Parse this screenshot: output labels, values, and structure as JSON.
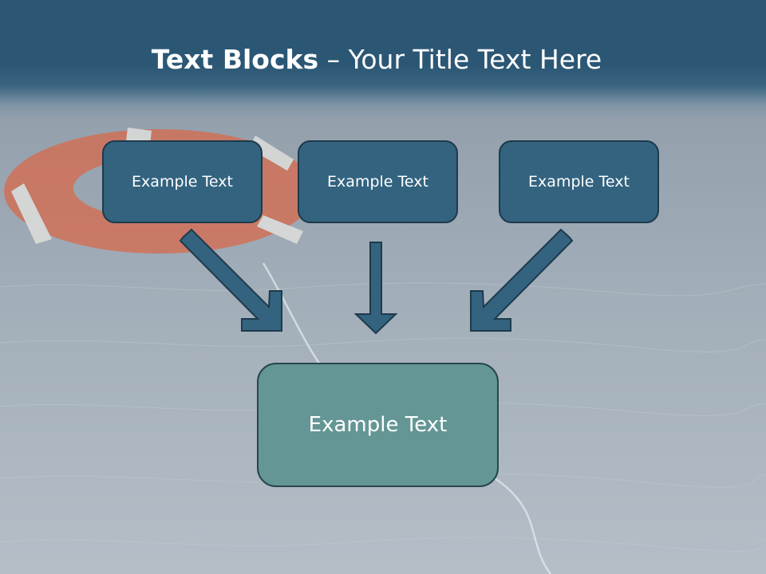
{
  "slide": {
    "title_bold": "Text Blocks",
    "title_rest": " – Your Title Text Here",
    "blocks": [
      {
        "label": "Example Text"
      },
      {
        "label": "Example Text"
      },
      {
        "label": "Example Text"
      }
    ],
    "target_block": {
      "label": "Example Text"
    }
  },
  "colors": {
    "header": "#2b5775",
    "box_fill": "#33637f",
    "target_fill": "#649695",
    "arrow_fill": "#33637f",
    "arrow_stroke": "#1e3a4c"
  },
  "background_image": "life-buoy-floating-on-water"
}
